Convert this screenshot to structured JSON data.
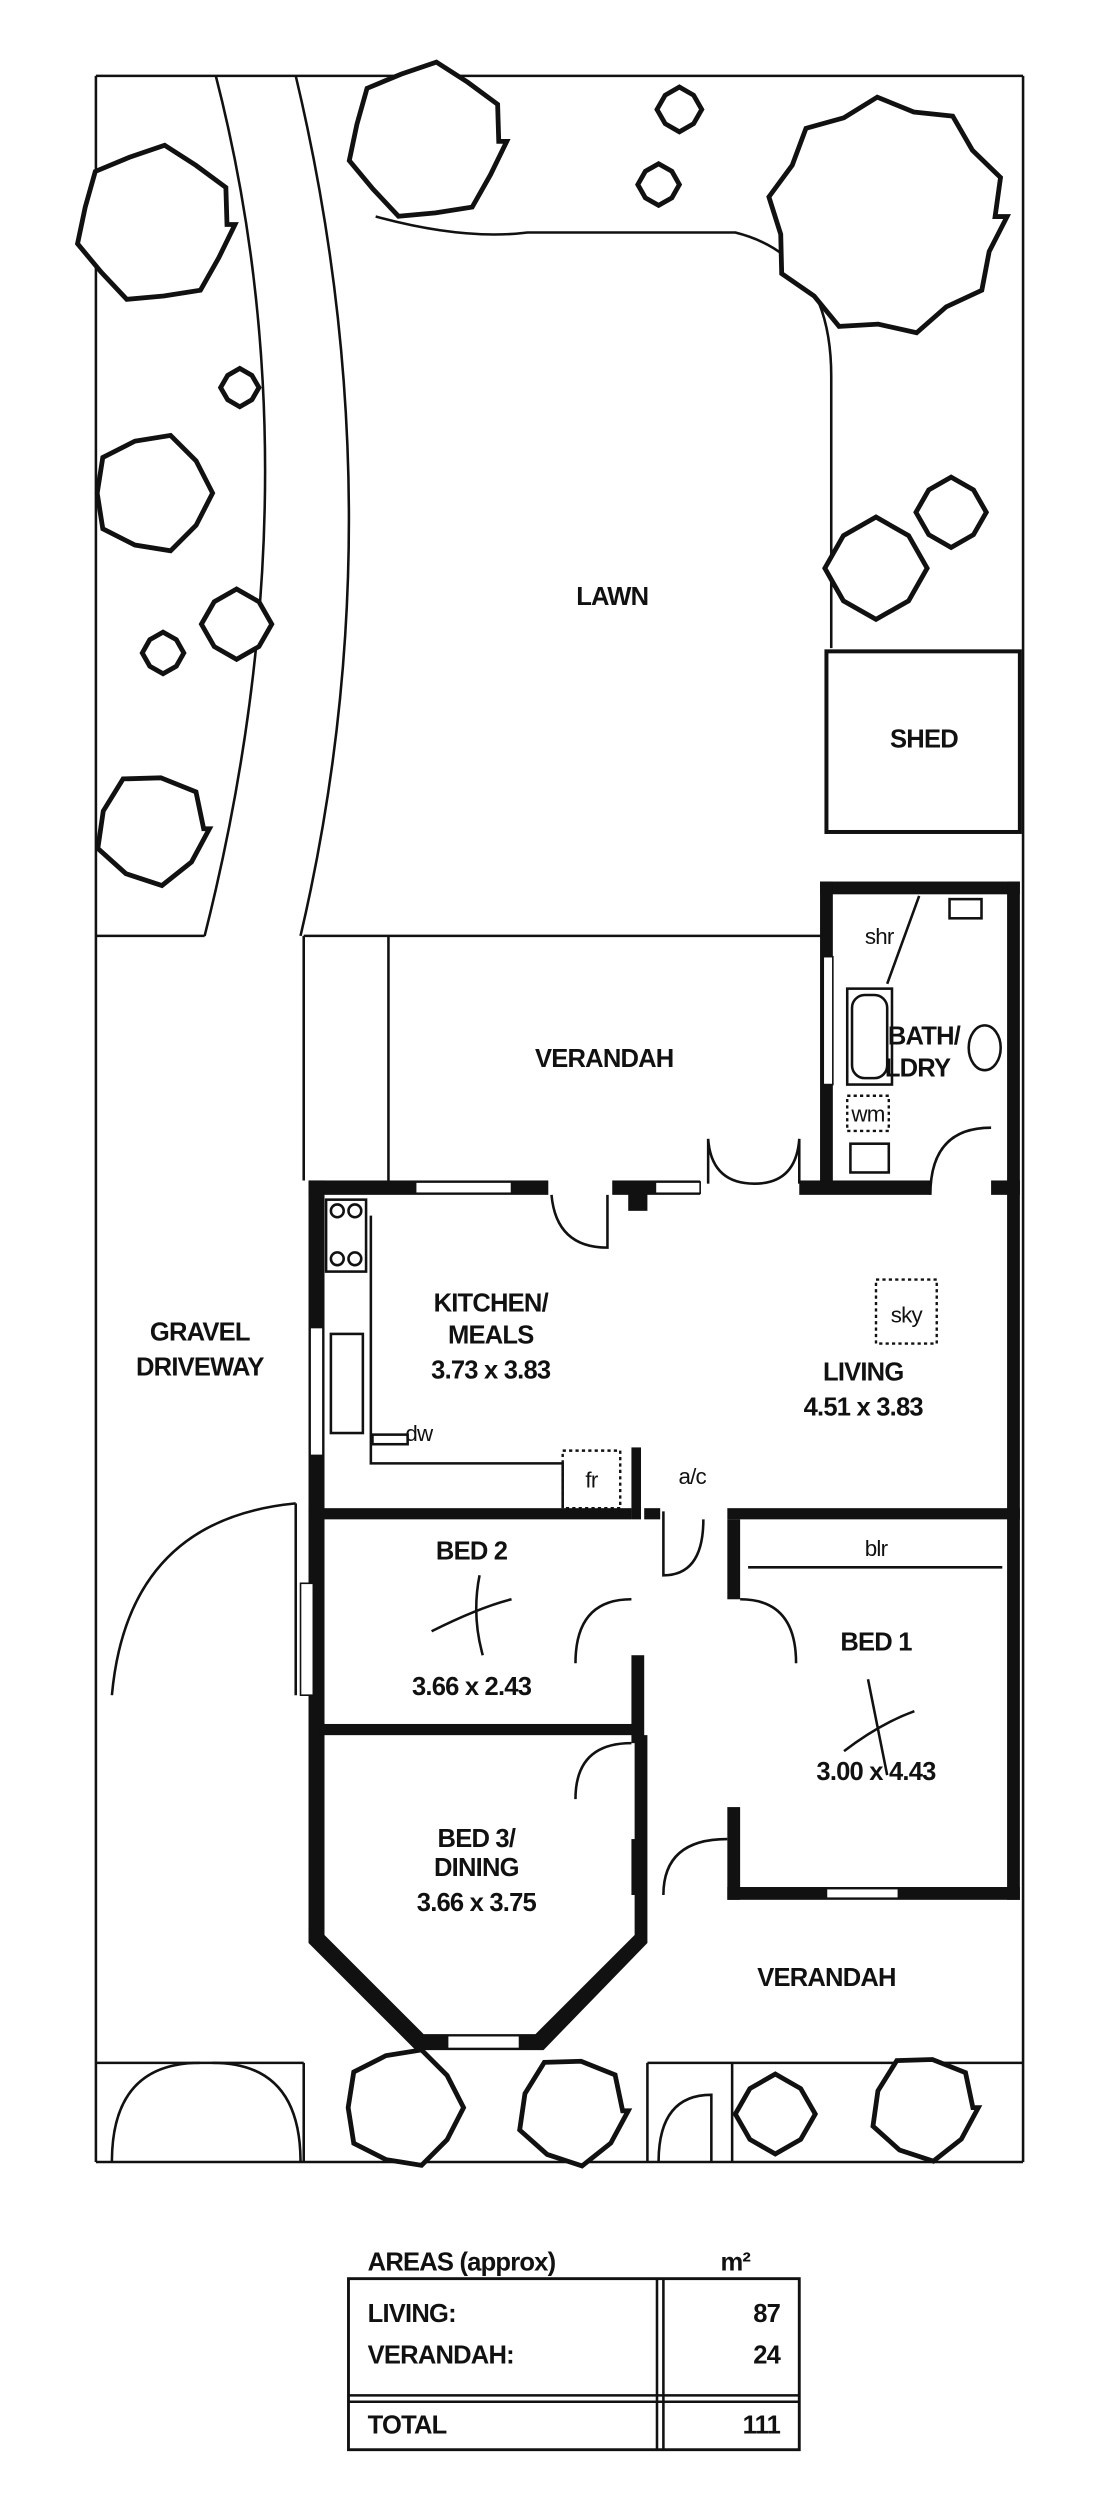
{
  "plan": {
    "outdoor": {
      "lawn": "LAWN",
      "shed": "SHED",
      "rear_verandah": "VERANDAH",
      "front_verandah": "VERANDAH",
      "driveway_line1": "GRAVEL",
      "driveway_line2": "DRIVEWAY"
    },
    "rooms": {
      "bath_line1": "BATH/",
      "bath_line2": "LDRY",
      "shower": "shr",
      "washing_machine": "wm",
      "kitchen_line1": "KITCHEN/",
      "kitchen_line2": "MEALS",
      "kitchen_size": "3.73 x 3.83",
      "living": "LIVING",
      "living_size": "4.51 x 3.83",
      "skylight": "sky",
      "dishwasher": "dw",
      "fridge": "fr",
      "aircon": "a/c",
      "boiler": "blr",
      "bed2": "BED 2",
      "bed2_size": "3.66 x 2.43",
      "bed1": "BED 1",
      "bed1_size": "3.00 x 4.43",
      "bed3_line1": "BED 3/",
      "bed3_line2": "DINING",
      "bed3_size": "3.66 x 3.75"
    }
  },
  "areas": {
    "title": "AREAS (approx)",
    "unit": "m²",
    "rows": [
      {
        "label": "LIVING:",
        "value": "87"
      },
      {
        "label": "VERANDAH:",
        "value": "24"
      }
    ],
    "total_label": "TOTAL",
    "total_value": "111"
  }
}
